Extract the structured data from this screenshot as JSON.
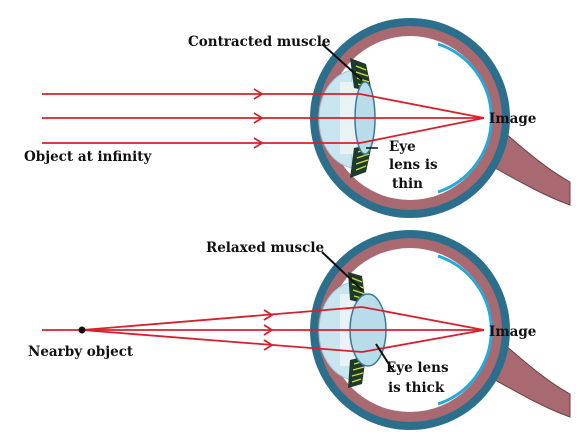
{
  "colors": {
    "ray": "#d8202c",
    "sclera_outer": "#2c6f8c",
    "sclera_inner": "#a86a70",
    "retina": "#22aadd",
    "cornea": "#c9e6f0",
    "lens": "#b8dcea",
    "muscle": "#1c3b2a",
    "muscle_fiber": "#d6dc3a"
  },
  "top_diagram": {
    "contracted_muscle": "Contracted muscle",
    "image": "Image",
    "object": "Object at infinity",
    "lens_line1": "Eye",
    "lens_line2": "lens is",
    "lens_line3": "thin"
  },
  "bottom_diagram": {
    "relaxed_muscle": "Relaxed muscle",
    "image": "Image",
    "object": "Nearby object",
    "lens_line1": "Eye lens",
    "lens_line2": "is thick"
  }
}
